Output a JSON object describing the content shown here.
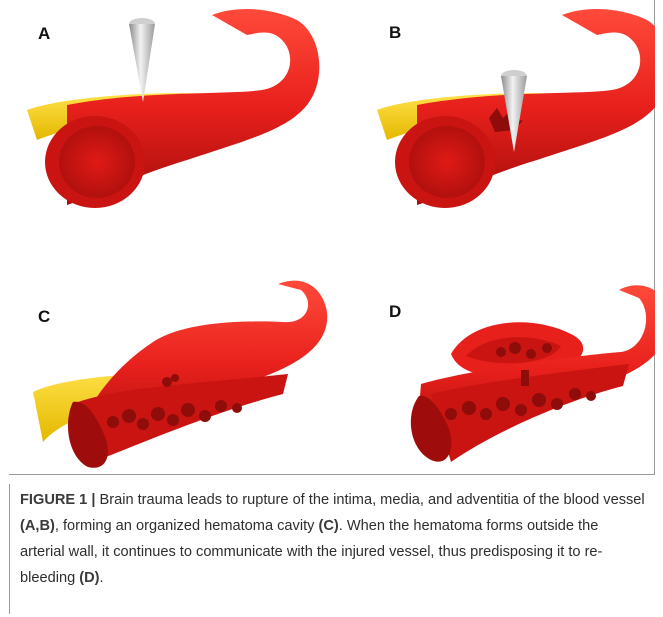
{
  "panels": [
    {
      "letter": "A"
    },
    {
      "letter": "B"
    },
    {
      "letter": "C"
    },
    {
      "letter": "D"
    }
  ],
  "caption": {
    "label": "FIGURE 1 |",
    "text_1": " Brain trauma leads to rupture of the intima, media, and adventitia of the blood vessel ",
    "ref_1": "(A,B)",
    "text_2": ", forming an organized hematoma cavity ",
    "ref_2": "(C)",
    "text_3": ". When the hematoma forms outside the arterial wall, it continues to communicate with the injured vessel, thus predisposing it to re-bleeding ",
    "ref_3": "(D)",
    "text_4": "."
  },
  "colors": {
    "vessel": "#e8201c",
    "vessel_dark": "#b4100e",
    "lumen": "#d01613",
    "adventitia": "#f7d21a",
    "needle": "#c9c9c9",
    "clot": "#8e0c0a"
  }
}
